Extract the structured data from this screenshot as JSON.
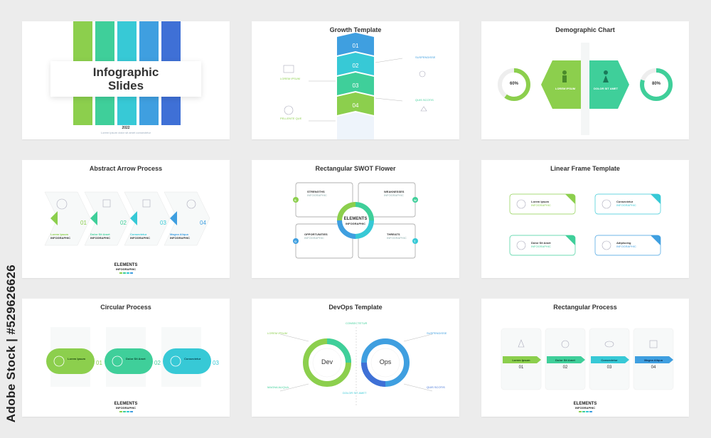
{
  "colors": {
    "c1": "#8ccf4d",
    "c2": "#3fcf9a",
    "c3": "#37c9d6",
    "c4": "#3f9fe0",
    "c5": "#3f70d6"
  },
  "watermark": "Adobe Stock | #529626626",
  "slides": {
    "cover": {
      "title_line1": "Infographic",
      "title_line2": "Slides",
      "year": "2022",
      "subtitle": "Lorem ipsum dolor sit amet consectetur"
    },
    "growth": {
      "title": "Growth Template",
      "steps": [
        "01",
        "02",
        "03",
        "04"
      ],
      "notes": [
        "LOREM IPSUM",
        "SUSPENDISSE",
        "PELLENTE QUE",
        "QUIS SCOTIS"
      ]
    },
    "demographic": {
      "title": "Demographic Chart",
      "left_pct": "60%",
      "right_pct": "80%",
      "left_label": "LOREM IPSUM",
      "right_label": "DOLOR SIT AMET",
      "left_value": 0.6,
      "right_value": 0.8
    },
    "arrow": {
      "title": "Abstract Arrow Process",
      "steps": [
        {
          "num": "01",
          "label": "Lorem Ipsum",
          "sub": "INFOGRAPHIC"
        },
        {
          "num": "02",
          "label": "Dolor Sit Amet",
          "sub": "INFOGRAPHIC"
        },
        {
          "num": "03",
          "label": "Consectetur",
          "sub": "INFOGRAPHIC"
        },
        {
          "num": "04",
          "label": "Magna Aliqua",
          "sub": "INFOGRAPHIC"
        }
      ],
      "brand": "ELEMENTS",
      "brand_sub": "INFOGRAPHIC"
    },
    "swot": {
      "title": "Rectangular SWOT Flower",
      "center": "ELEMENTS",
      "center_sub": "INFOGRAPHIC",
      "items": [
        {
          "letter": "S",
          "label": "STRENGTHS",
          "sub": "INFOGRAPHIC"
        },
        {
          "letter": "W",
          "label": "WEAKNESSES",
          "sub": "INFOGRAPHIC"
        },
        {
          "letter": "O",
          "label": "OPPORTUNITIES",
          "sub": "INFOGRAPHIC"
        },
        {
          "letter": "T",
          "label": "THREATS",
          "sub": "INFOGRAPHIC"
        }
      ]
    },
    "linear": {
      "title": "Linear Frame Template",
      "items": [
        {
          "label": "Lorem Ipsum",
          "sub": "INFOGRAPHIC"
        },
        {
          "label": "Consectetur",
          "sub": "INFOGRAPHIC"
        },
        {
          "label": "Dolor Sit Amet",
          "sub": "INFOGRAPHIC"
        },
        {
          "label": "Adipiscing",
          "sub": "INFOGRAPHIC"
        }
      ]
    },
    "circular": {
      "title": "Circular Process",
      "items": [
        {
          "num": "01",
          "label": "Lorem Ipsum"
        },
        {
          "num": "02",
          "label": "Dolor Sit Amet"
        },
        {
          "num": "03",
          "label": "Consectetur"
        }
      ],
      "brand": "ELEMENTS",
      "brand_sub": "INFOGRAPHIC"
    },
    "devops": {
      "title": "DevOps Template",
      "dev": "Dev",
      "ops": "Ops",
      "notes": [
        "LOREM IPSUM",
        "CONSECTETUR",
        "SUSPENDISSE",
        "MAGNA ALIQUA",
        "DOLOR SIT AMET",
        "QUIS SCOTIS"
      ]
    },
    "rectangular": {
      "title": "Rectangular Process",
      "items": [
        {
          "num": "01",
          "label": "Lorem Ipsum"
        },
        {
          "num": "02",
          "label": "Dolor Sit Amet"
        },
        {
          "num": "03",
          "label": "Consectetur"
        },
        {
          "num": "04",
          "label": "Magna Aliqua"
        }
      ],
      "brand": "ELEMENTS",
      "brand_sub": "INFOGRAPHIC"
    }
  }
}
